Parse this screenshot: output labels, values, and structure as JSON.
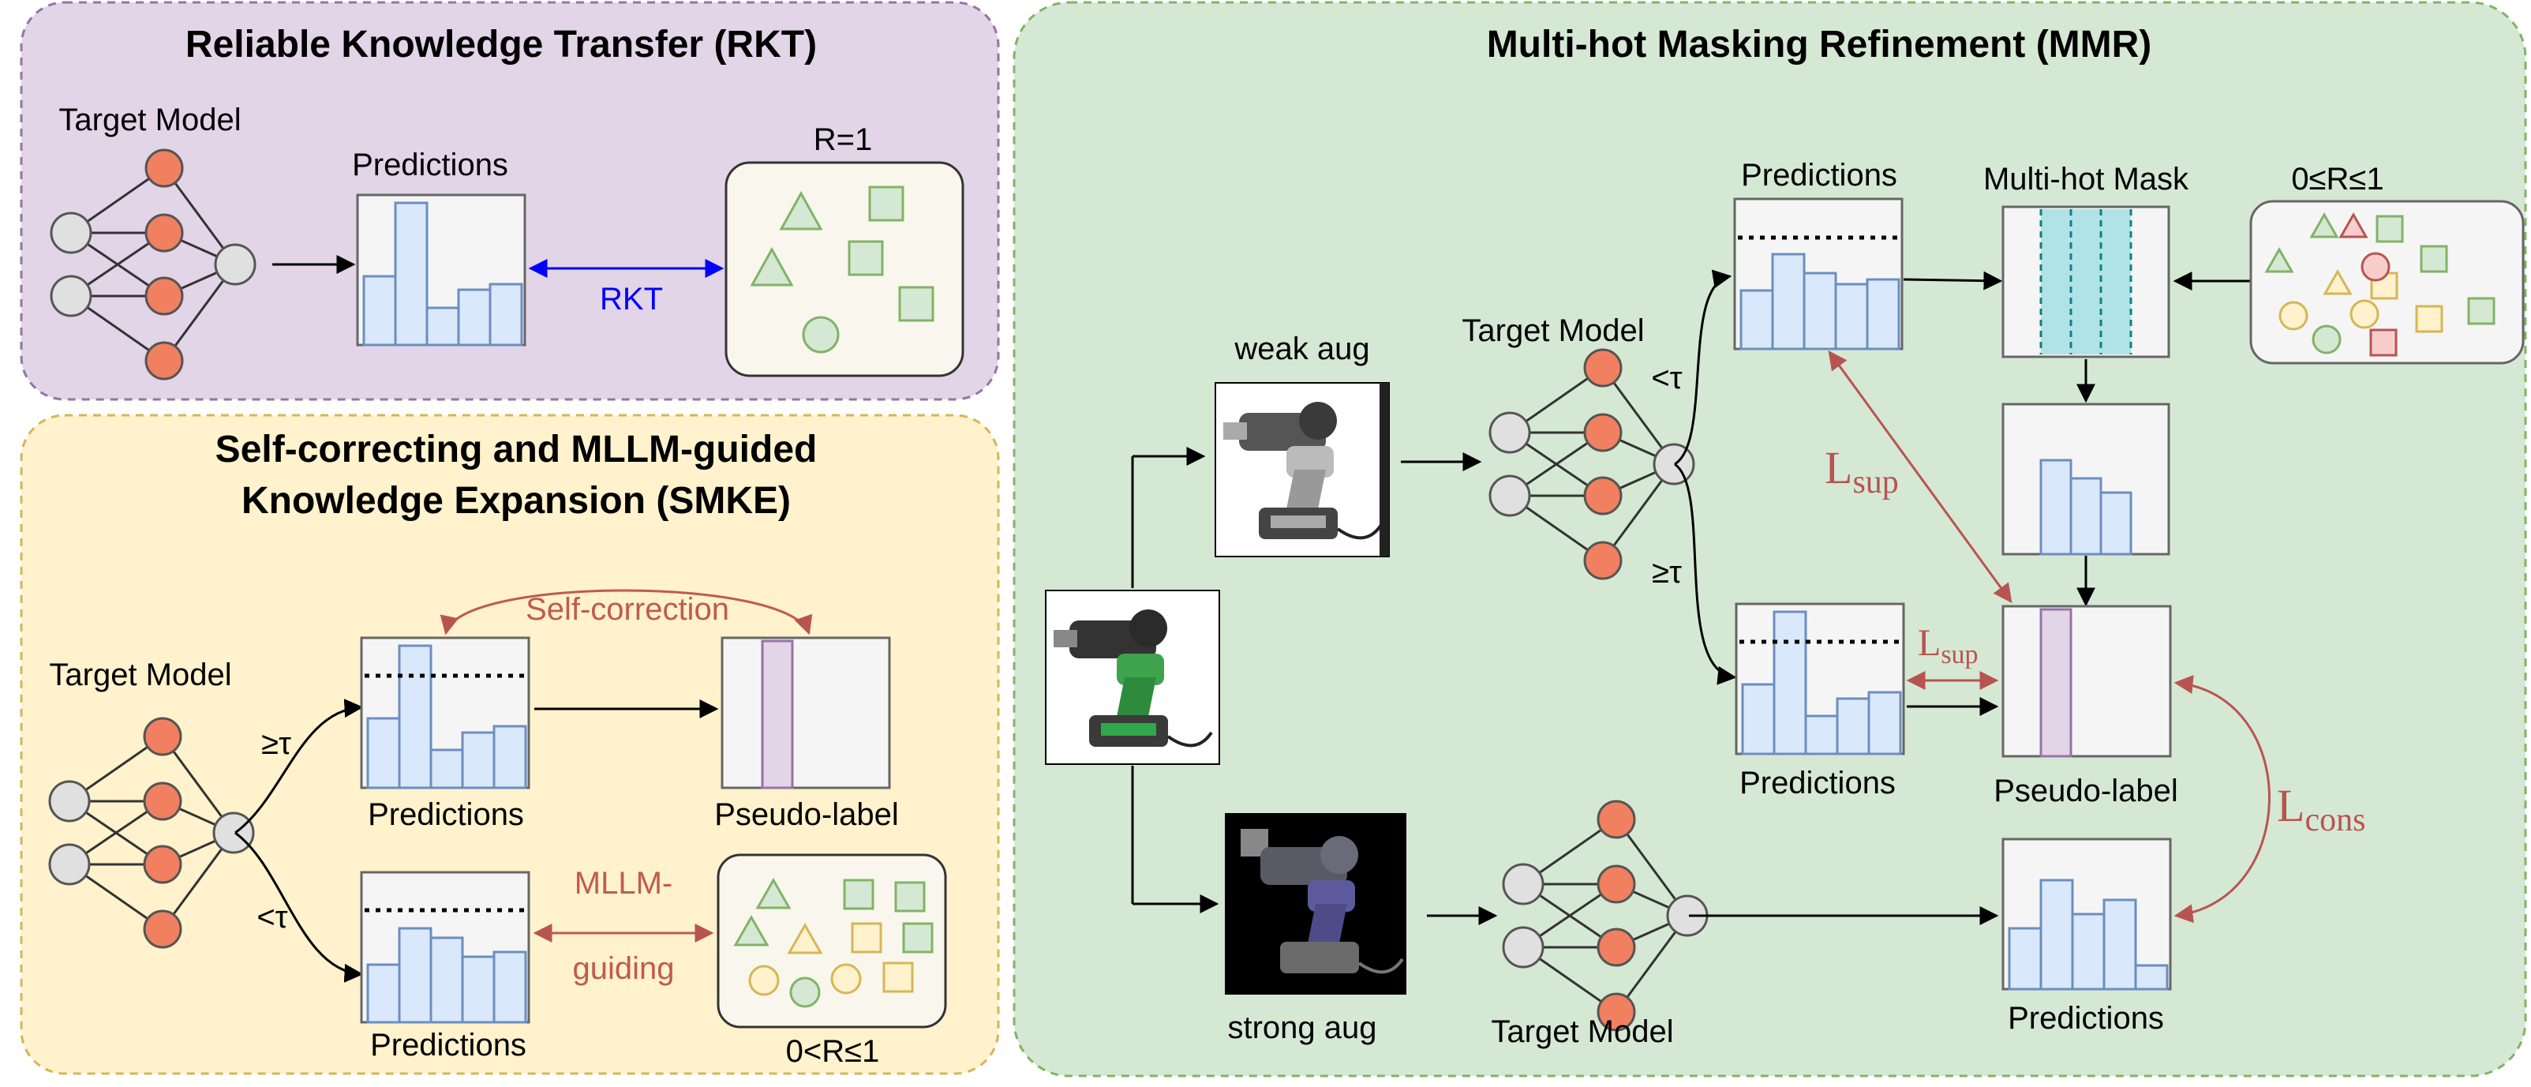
{
  "rkt": {
    "title": "Reliable Knowledge Transfer (RKT)",
    "target_model": "Target Model",
    "predictions": "Predictions",
    "r_value": "R=1",
    "arrow_label": "RKT"
  },
  "smke": {
    "title_line1": "Self-correcting and MLLM-guided",
    "title_line2": "Knowledge Expansion (SMKE)",
    "target_model": "Target Model",
    "geq_tau": "≥τ",
    "lt_tau": "<τ",
    "predictions_top": "Predictions",
    "predictions_bottom": "Predictions",
    "self_correction": "Self-correction",
    "pseudo_label": "Pseudo-label",
    "mllm_line1": "MLLM-",
    "mllm_line2": "guiding",
    "r_range": "0<R≤1"
  },
  "mmr": {
    "title": "Multi-hot Masking Refinement (MMR)",
    "weak_aug": "weak aug",
    "strong_aug": "strong aug",
    "target_model_top": "Target Model",
    "target_model_bottom": "Target Model",
    "lt_tau": "<τ",
    "geq_tau": "≥τ",
    "predictions_top": "Predictions",
    "multi_hot_mask": "Multi-hot Mask",
    "r_range": "0≤R≤1",
    "predictions_mid": "Predictions",
    "pseudo_label": "Pseudo-label",
    "predictions_bottom": "Predictions",
    "l_sup_main": "L",
    "l_sup_sub": "sup",
    "l_cons_main": "L",
    "l_cons_sub": "cons"
  },
  "colors": {
    "rkt_bg": "#e1d5e7",
    "smke_bg": "#fff2cc",
    "mmr_bg": "#d5e8d4",
    "node_red": "#f08060",
    "node_gray": "#e0e0e0",
    "bar_fill": "#dae8fc",
    "bar_stroke": "#6c8ebf",
    "rkt_arrow": "#0000ff",
    "loss_red": "#b85450",
    "mask_cyan": "#b0e3e6",
    "pseudo_purple": "#e1d5e7"
  }
}
